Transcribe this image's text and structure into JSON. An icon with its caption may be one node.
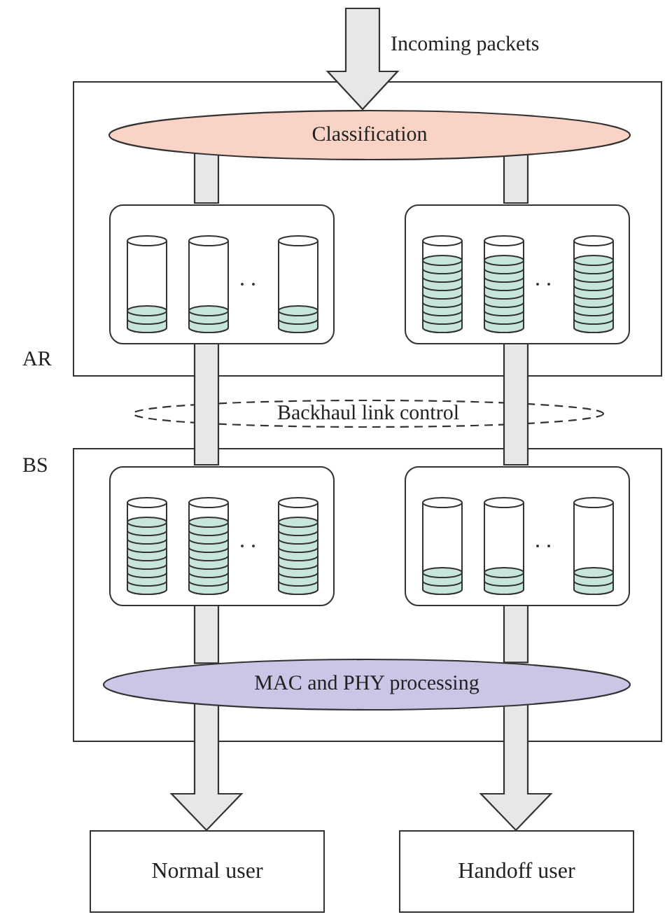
{
  "diagram": {
    "nodes": [
      {
        "text": [
          "AR"
        ]
      },
      {
        "text": [
          "Classification"
        ],
        "in": 0
      },
      {
        "text": [],
        "shape": "box",
        "in": 0
      },
      {
        "text": [],
        "shape": "box",
        "in": 0
      },
      {
        "text": [
          "Backhaul link control"
        ]
      },
      {
        "text": [
          "BS"
        ]
      },
      {
        "text": [],
        "shape": "box",
        "in": 5
      },
      {
        "text": [],
        "shape": "box",
        "in": 5
      },
      {
        "text": [
          "MAC and PHY processing"
        ],
        "in": 5
      },
      {
        "text": [
          "Normal user"
        ]
      },
      {
        "text": [
          "Handoff user"
        ]
      }
    ],
    "edges": [
      {
        "from": null,
        "to": 1,
        "arrow": "to",
        "label": "Incoming packets"
      },
      {
        "from": 1,
        "to": 2,
        "arrow": "none"
      },
      {
        "from": 1,
        "to": 3,
        "arrow": "none"
      },
      {
        "from": 2,
        "to": 6,
        "arrow": "none"
      },
      {
        "from": 3,
        "to": 7,
        "arrow": "none"
      },
      {
        "from": 6,
        "to": 8,
        "arrow": "none"
      },
      {
        "from": 7,
        "to": 8,
        "arrow": "none"
      },
      {
        "from": 8,
        "to": 9,
        "arrow": "to"
      },
      {
        "from": 8,
        "to": 10,
        "arrow": "to"
      }
    ]
  }
}
